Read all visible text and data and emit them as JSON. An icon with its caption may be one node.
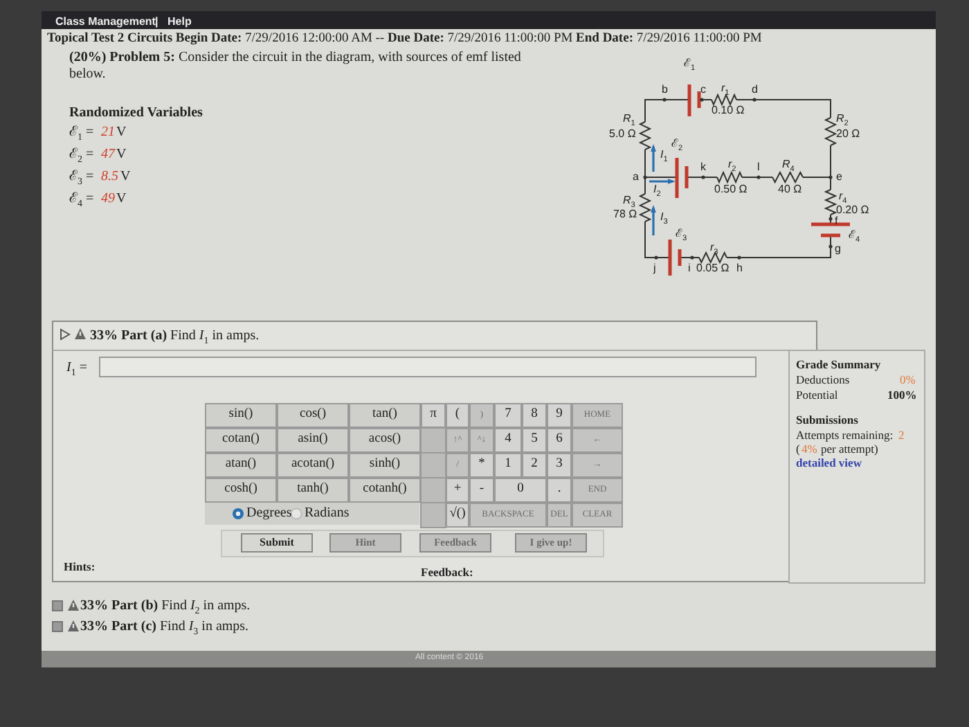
{
  "diagram": {
    "labels": [
      "Class Management",
      "|",
      "Help",
      "**Topical Test 2 Circuits Begin Date:** 7/29/2016 12:00:00 AM -- **Due Date:** 7/29/2016 11:00:00 PM **End Date:** 7/29/2016 11:00:00 PM",
      "**(20%) Problem 5:** Consider the circuit in the diagram, with sources of emf listed below.",
      "Randomized Variables",
      "ℰ$_{1}$ =",
      "21",
      "V",
      "ℰ$_{2}$ =",
      "47",
      "V",
      "ℰ$_{3}$ =",
      "8.5",
      "V",
      "ℰ$_{4}$ =",
      "49",
      "V",
      "ℰ$_{1}$",
      "b",
      "c",
      "*r*$_{1}$",
      "0.10 Ω",
      "d",
      "*R*$_{1}$",
      "5.0 Ω",
      "*R*$_{2}$",
      "20 Ω",
      "ℰ$_{2}$",
      "*I*$_{1}$",
      "a",
      "k",
      "*r*$_{2}$",
      "l",
      "*R*$_{4}$",
      "e",
      "*I*$_{2}$",
      "0.50 Ω",
      "40 Ω",
      "*r*$_{4}$",
      "0.20 Ω",
      "*R*$_{3}$",
      "78 Ω",
      "*I*$_{3}$",
      "f",
      "ℰ$_{3}$",
      "ℰ$_{4}$",
      "*r*$_{3}$",
      "g",
      "j",
      "i",
      "0.05 Ω",
      "h",
      "**33% Part (a)** Find *I*$_{1}$ in amps.",
      "*I*$_{1}$ =",
      "sin()",
      "cos()",
      "tan()",
      "cotan()",
      "asin()",
      "acos()",
      "atan()",
      "acotan()",
      "sinh()",
      "cosh()",
      "tanh()",
      "cotanh()",
      "Degrees",
      "Radians",
      "π",
      "(",
      ")",
      "7",
      "8",
      "9",
      "HOME",
      "↑^",
      "^↓",
      "4",
      "5",
      "6",
      "←",
      "/",
      "*",
      "1",
      "2",
      "3",
      "→",
      "+",
      "-",
      "0",
      ".",
      "END",
      "√()",
      "BACKSPACE",
      "DEL",
      "CLEAR",
      "Submit",
      "Hint",
      "Feedback",
      "I give up!",
      "Hints:",
      "Feedback:",
      "Grade Summary",
      "Deductions",
      "0%",
      "Potential",
      "100%",
      "Submissions",
      "Attempts remaining:",
      "2",
      "(",
      "4%",
      "per attempt)",
      "detailed view",
      "**33% Part (b)** Find *I*$_{2}$ in amps.",
      "**33% Part (c)** Find *I*$_{3}$ in amps.",
      "All content © 2016"
    ]
  }
}
